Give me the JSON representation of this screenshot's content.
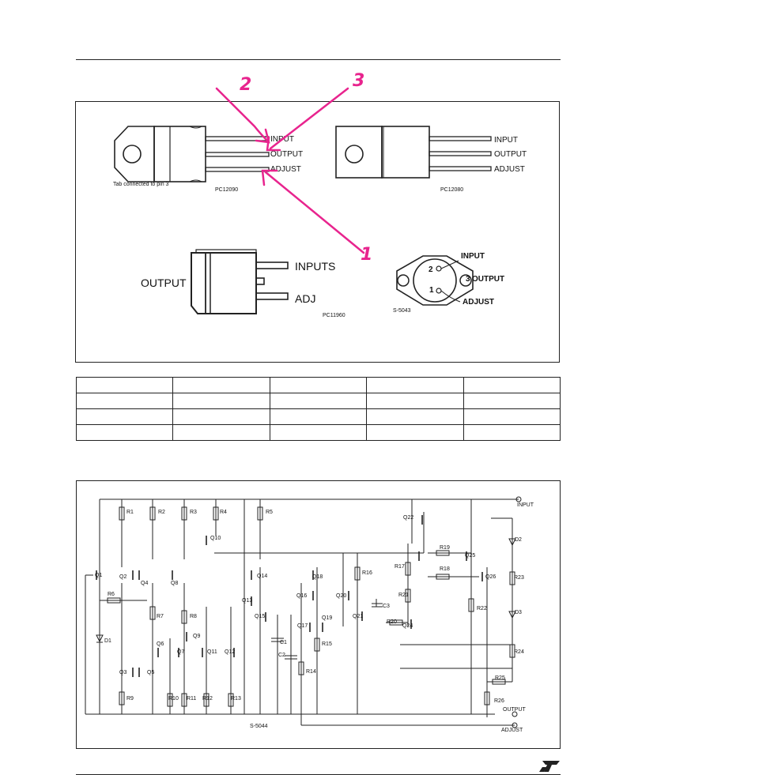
{
  "connection_diagram": {
    "to220_a": {
      "pins": [
        "INPUT",
        "OUTPUT",
        "ADJUST"
      ],
      "note": "Tab connected to pin 3",
      "code": "PC12090"
    },
    "to220_b": {
      "pins": [
        "INPUT",
        "OUTPUT",
        "ADJUST"
      ],
      "code": "PC12080"
    },
    "dpak": {
      "output": "OUTPUT",
      "inputs": "INPUTS",
      "adj": "ADJ",
      "code": "PC11960"
    },
    "to3": {
      "pin2": "2",
      "pin3": "3",
      "pin1": "1",
      "input": "INPUT",
      "output": "OUTPUT",
      "adjust": "ADJUST",
      "code": "S-5043"
    },
    "annotations": [
      "2",
      "3",
      "1"
    ]
  },
  "schematic": {
    "code": "S-5044",
    "terminals": {
      "input": "INPUT",
      "output": "OUTPUT",
      "adjust": "ADJUST"
    },
    "components": {
      "r1": "R1",
      "r2": "R2",
      "r3": "R3",
      "r4": "R4",
      "r5": "R5",
      "r6": "R6",
      "r7": "R7",
      "r8": "R8",
      "r9": "R9",
      "r10": "R10",
      "r11": "R11",
      "r12": "R12",
      "r13": "R13",
      "r14": "R14",
      "r15": "R15",
      "r16": "R16",
      "r17": "R17",
      "r18": "R18",
      "r19": "R19",
      "r20": "R20",
      "r21": "R21",
      "r22": "R22",
      "r23": "R23",
      "r24": "R24",
      "r25": "R25",
      "r26": "R26",
      "q1": "Q1",
      "q2": "Q2",
      "q3": "Q3",
      "q4": "Q4",
      "q5": "Q5",
      "q6": "Q6",
      "q7": "Q7",
      "q8": "Q8",
      "q9": "Q9",
      "q10": "Q10",
      "q11": "Q11",
      "q12": "Q12",
      "q13": "Q13",
      "q14": "Q14",
      "q15": "Q15",
      "q16": "Q16",
      "q17": "Q17",
      "q18": "Q18",
      "q19": "Q19",
      "q20": "Q20",
      "q21": "Q21",
      "q22": "Q22",
      "q24": "Q24",
      "q25": "Q25",
      "q26": "Q26",
      "c1": "C1",
      "c2": "C2",
      "c3": "C3",
      "d1": "D1",
      "d2": "D2",
      "d3": "D3"
    }
  },
  "colors": {
    "annotation": "#e8248e",
    "ink": "#222222"
  },
  "icons": {
    "logo": "st-logo"
  }
}
